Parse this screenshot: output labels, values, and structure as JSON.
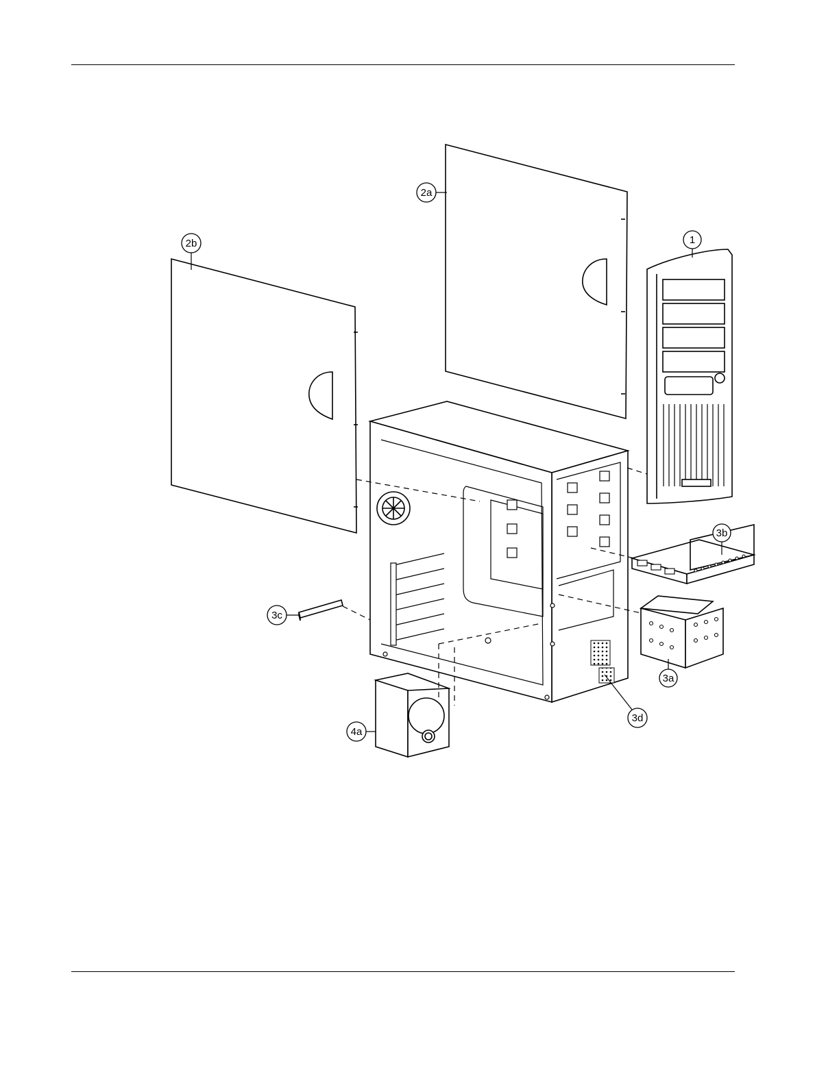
{
  "callouts": {
    "c1": "1",
    "c2a": "2a",
    "c2b": "2b",
    "c3a": "3a",
    "c3b": "3b",
    "c3c": "3c",
    "c3d": "3d",
    "c4a": "4a"
  }
}
